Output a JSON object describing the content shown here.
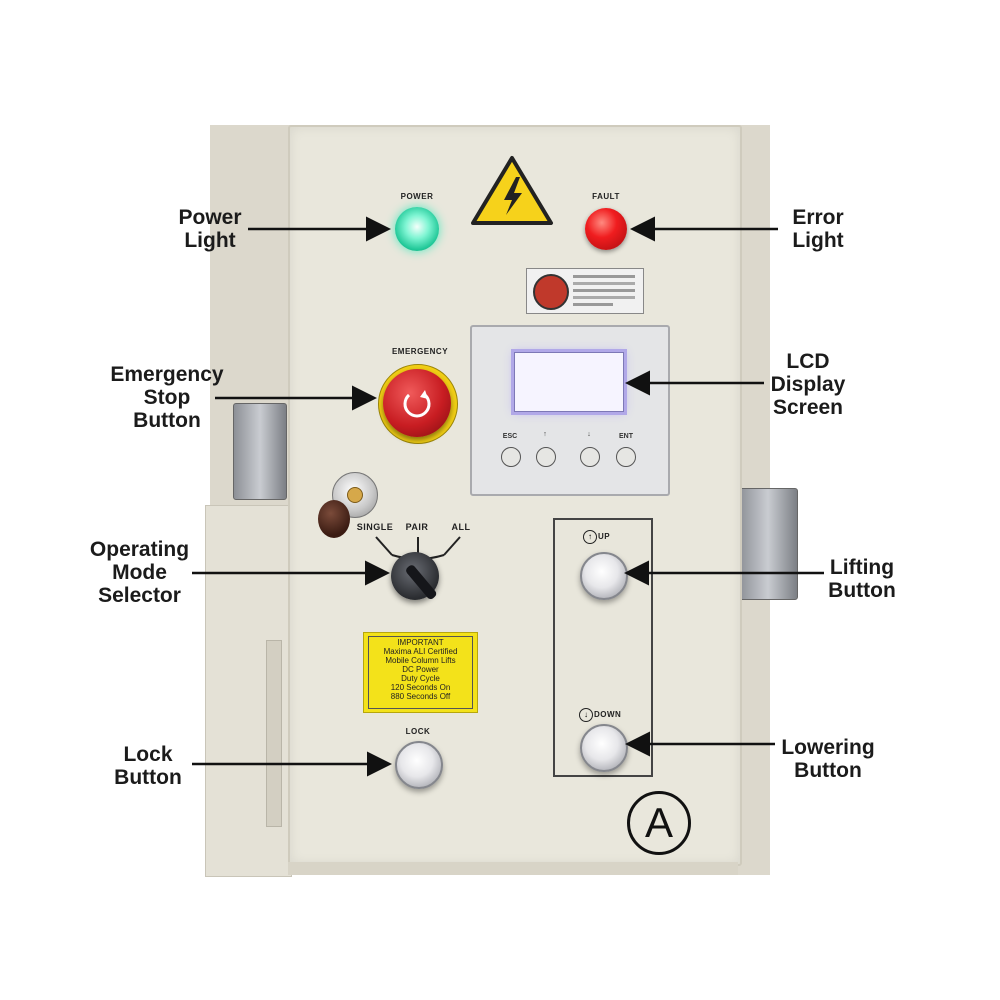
{
  "callouts": {
    "power_light": [
      "Power",
      "Light"
    ],
    "error_light": [
      "Error",
      "Light"
    ],
    "emergency_stop": [
      "Emergency",
      "Stop",
      "Button"
    ],
    "lcd_display": [
      "LCD",
      "Display",
      "Screen"
    ],
    "operating_mode": [
      "Operating",
      "Mode",
      "Selector"
    ],
    "lifting": [
      "Lifting",
      "Button"
    ],
    "lock": [
      "Lock",
      "Button"
    ],
    "lowering": [
      "Lowering",
      "Button"
    ]
  },
  "panel_labels": {
    "power": "POWER",
    "fault": "FAULT",
    "emergency": "EMERGENCY",
    "mode_single": "SINGLE",
    "mode_pair": "PAIR",
    "mode_all": "ALL",
    "lock": "LOCK",
    "up": "UP",
    "down": "DOWN",
    "panel_mark": "A"
  },
  "keypad": [
    "ESC",
    "↑",
    "↓",
    "ENT"
  ],
  "sticker_lines": [
    "IMPORTANT",
    "Maxima ALI Certified",
    "Mobile Column Lifts",
    "DC Power",
    "Duty Cycle",
    "120 Seconds On",
    "880 Seconds Off"
  ],
  "colors": {
    "power_light": "#2fe0b0",
    "fault_light": "#e0161a",
    "estop": "#c81d22",
    "sticker": "#f3e21a",
    "warning": "#f6d21b"
  },
  "icons": {
    "warning": "high-voltage-warning-icon",
    "up": "arrow-up-icon",
    "down": "arrow-down-icon"
  }
}
